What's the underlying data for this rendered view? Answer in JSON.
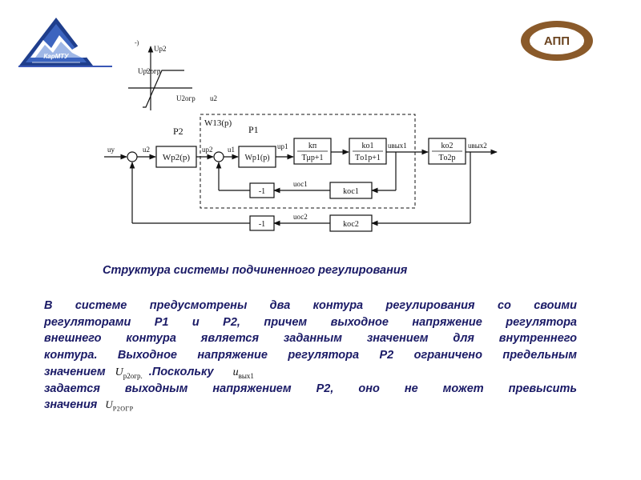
{
  "logo_left": {
    "text": "КарМТУ"
  },
  "logo_right": {
    "text": "АПП"
  },
  "diagram": {
    "static_char": {
      "y_axis_label": "Uр2",
      "limit_label": "Uр2огр",
      "neg_limit_label": "U2огр",
      "x_axis_label": "u2",
      "corner_mark": "-)"
    },
    "blocks": {
      "wp2": "Wр2(р)",
      "wp1": "Wр1(р)",
      "k1_num": "kп",
      "k1_den": "Tμр+1",
      "k2_num": "kо1",
      "k2_den": "Tо1р+1",
      "k3_num": "kо2",
      "k3_den": "Tо2р",
      "kos1": "kос1",
      "kos2": "kос2",
      "neg1": "-1",
      "neg2": "-1"
    },
    "labels": {
      "p2": "Р2",
      "p1": "Р1",
      "w13": "W13(р)",
      "uy": "uу",
      "u2": "u2",
      "up2": "uр2",
      "u1": "u1",
      "up1": "uр1",
      "uvyx1": "uвых1",
      "uvyx2": "uвых2",
      "uos1": "uос1",
      "uos2": "uос2"
    }
  },
  "caption": "Структура системы подчиненного регулирования",
  "paragraph": {
    "l1": "В системе предусмотрены два контура регулирования со своими",
    "l2": "регуляторами Р1 и Р2, причем выходное напряжение регулятора",
    "l3": "внешнего контура является заданным значением для внутреннего",
    "l4": "контура. Выходное напряжение регулятора Р2 ограничено предельным",
    "l5a": "значением",
    "sym1_main": "U",
    "sym1_sub": "р2огр.",
    "l5b": ".Поскольку",
    "sym2_main": "u",
    "sym2_sub": "вых1",
    "l6": "задается выходным напряжением Р2, оно не может превысить",
    "l7": "значения",
    "sym3_main": "U",
    "sym3_sub": "Р2ОГР"
  }
}
